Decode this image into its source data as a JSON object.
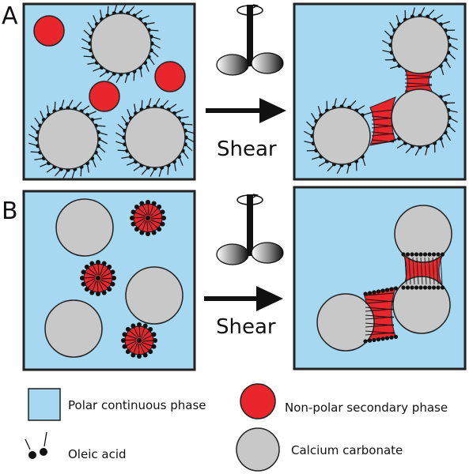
{
  "panels": {
    "a": {
      "label": "A",
      "action": "Shear"
    },
    "b": {
      "label": "B",
      "action": "Shear"
    }
  },
  "legend": {
    "polar": "Polar continuous phase",
    "nonpolar": "Non-polar secondary phase",
    "oleic": "Oleic acid",
    "caco3": "Calcium carbonate"
  },
  "colors": {
    "polar_phase": "#a6d8f2",
    "nonpolar_phase": "#e8262c",
    "calcium_carbonate": "#c8c8c8",
    "outline": "#222222",
    "oleic_acid": "#111111"
  },
  "icons": [
    "stirrer-icon",
    "rotation-arrow-icon",
    "shear-arrow-icon"
  ]
}
